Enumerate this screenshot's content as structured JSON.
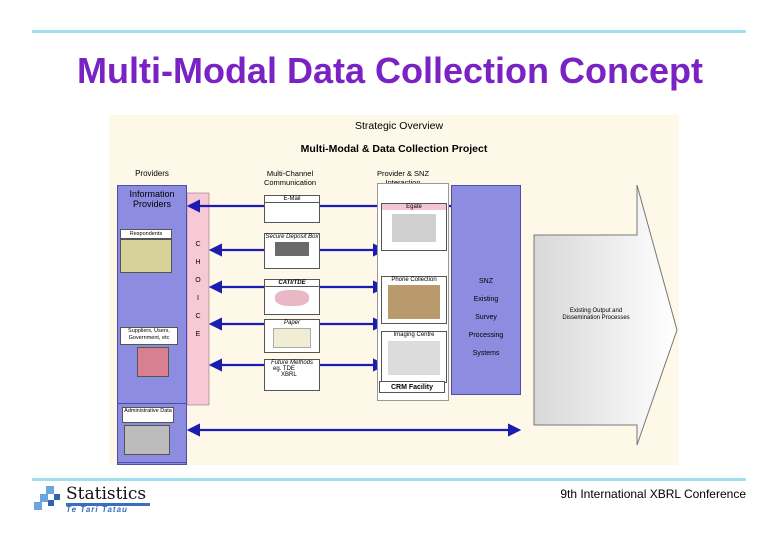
{
  "title": "Multi-Modal Data Collection Concept",
  "diagram": {
    "heading1": "Strategic Overview",
    "heading2": "Multi-Modal & Data Collection Project",
    "col_providers": "Providers",
    "col_channel": "Multi-Channel Communication",
    "col_interaction": "Provider & SNZ Interaction",
    "info_providers": "Information Providers",
    "respondents": "Respondents",
    "suppliers": "Suppliers, Users, Government, etc",
    "admin_data": "Administrative Data",
    "choice_letters": [
      "C",
      "H",
      "O",
      "I",
      "C",
      "E"
    ],
    "channels": [
      "E-Mail",
      "Secure Deposit Box",
      "CATI/TDE",
      "Paper",
      "Future Methods"
    ],
    "future_items": [
      "eg. TDE",
      "XBRL"
    ],
    "snz_boxes": [
      "Egate",
      "Phone Collection",
      "Imaging Centre"
    ],
    "crm": "CRM Facility",
    "snz_lines": [
      "SNZ",
      "Existing",
      "Survey",
      "Processing",
      "Systems"
    ],
    "output": "Existing Output and Dissemination Processes"
  },
  "footer": {
    "logo_word": "Statistics",
    "logo_sub": "Te Tari Tatau",
    "conference": "9th International XBRL Conference"
  },
  "colors": {
    "title": "#7a22c4",
    "rule": "#9fdfee",
    "panel": "#8c8ce0",
    "arrow": "#1c1cb0",
    "background": "#fdf8e8"
  }
}
